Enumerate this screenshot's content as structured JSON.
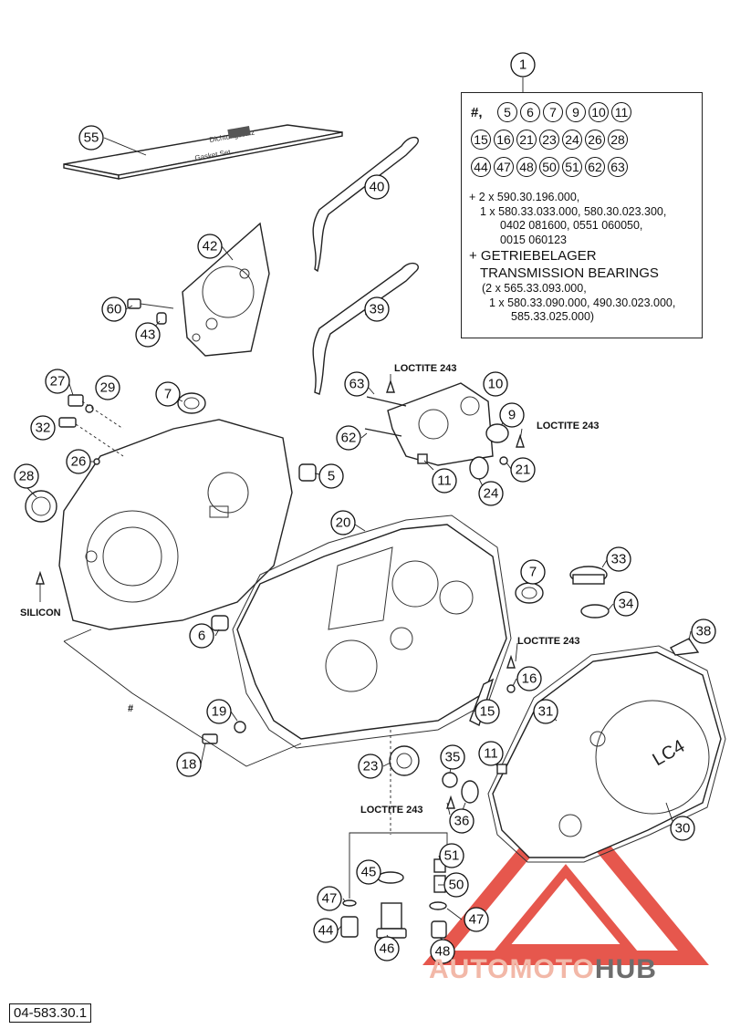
{
  "infobox": {
    "label": "1",
    "row1": [
      "#,",
      "5",
      "6",
      "7",
      "9",
      "10",
      "11"
    ],
    "row2": [
      "15",
      "16",
      "21",
      "23",
      "24",
      "26",
      "28"
    ],
    "row3": [
      "44",
      "47",
      "48",
      "50",
      "51",
      "62",
      "63"
    ],
    "line1": "+ 2 x 590.30.196.000,",
    "line2": "1 x 580.33.033.000, 580.30.023.300,",
    "line3": "0402 081600, 0551 060050,",
    "line4": "0015 060123",
    "line5": "+ GETRIEBELAGER",
    "line6": "TRANSMISSION BEARINGS",
    "line7": "(2 x 565.33.093.000,",
    "line8": "1 x 580.33.090.000, 490.30.023.000,",
    "line9": "585.33.025.000)"
  },
  "notes": {
    "loctite_a": "LOCTITE 243",
    "loctite_b": "LOCTITE 243",
    "loctite_c": "LOCTITE 243",
    "loctite_d": "LOCTITE 243",
    "silicon": "SILICON",
    "hash": "#"
  },
  "manual_label": {
    "line1": "Dichtungssatz",
    "line2": "Gasket Set"
  },
  "cover_logo": "LC4",
  "callouts": {
    "c55": "55",
    "c40": "40",
    "c42": "42",
    "c39": "39",
    "c60": "60",
    "c43": "43",
    "c27": "27",
    "c29": "29",
    "c7a": "7",
    "c32": "32",
    "c26": "26",
    "c28": "28",
    "c5": "5",
    "c63": "63",
    "c10": "10",
    "c9": "9",
    "c62": "62",
    "c21": "21",
    "c11a": "11",
    "c24": "24",
    "c20": "20",
    "c33": "33",
    "c7b": "7",
    "c34": "34",
    "c6": "6",
    "c38": "38",
    "c16": "16",
    "c15": "15",
    "c31": "31",
    "c19": "19",
    "c18": "18",
    "c23": "23",
    "c35": "35",
    "c11b": "11",
    "c36": "36",
    "c30": "30",
    "c45": "45",
    "c51": "51",
    "c47a": "47",
    "c50": "50",
    "c44": "44",
    "c47b": "47",
    "c46": "46",
    "c48": "48"
  },
  "footer_code": "04-583.30.1",
  "watermark": {
    "part1": "AUTOMOTO",
    "part2": "HUB"
  },
  "colors": {
    "watermark_red": "#e23a2e",
    "watermark_grey": "#6d6d6d",
    "line": "#222222"
  }
}
